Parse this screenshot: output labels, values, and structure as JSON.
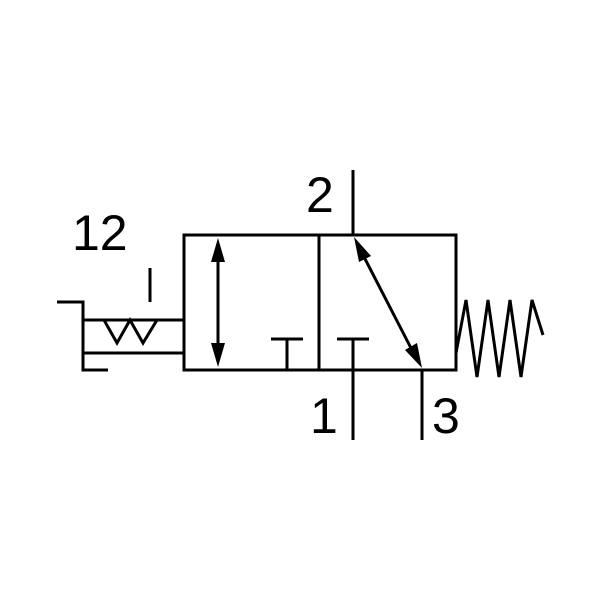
{
  "ports": {
    "pilot": "12",
    "outlet": "2",
    "supply": "1",
    "exhaust": "3"
  },
  "colors": {
    "line": "#000000",
    "background": "#ffffff"
  }
}
